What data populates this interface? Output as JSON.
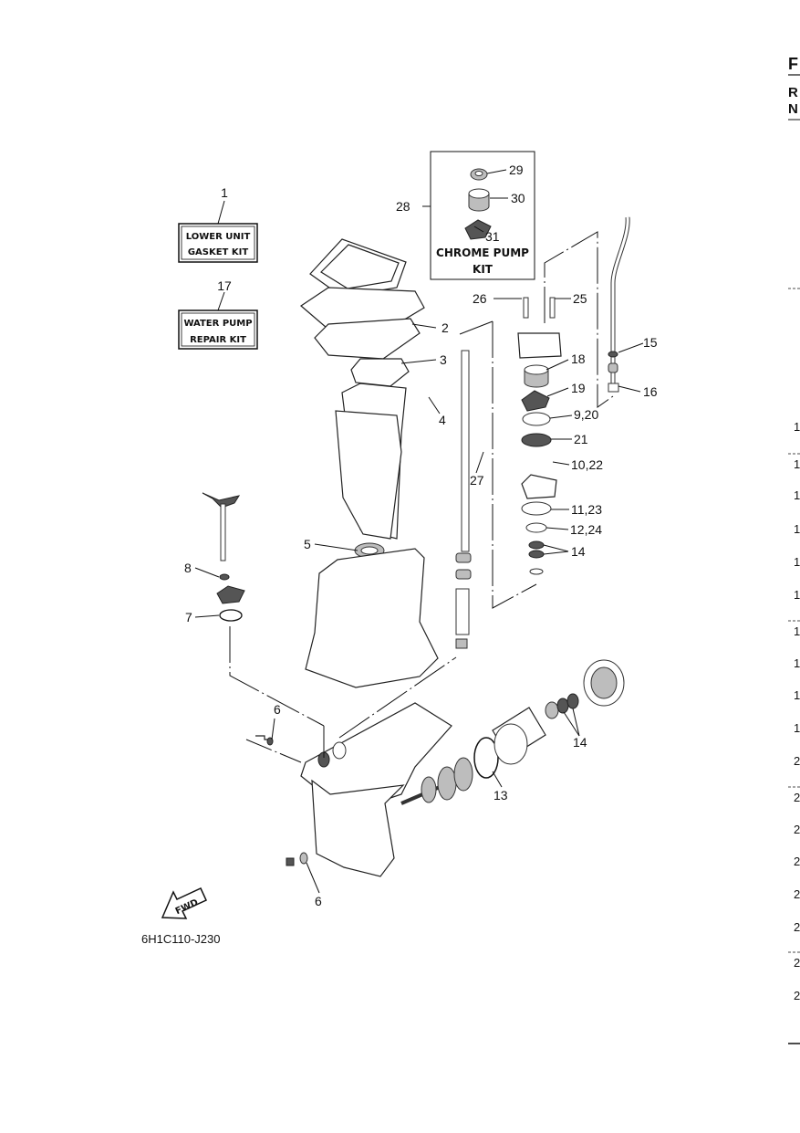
{
  "kits": {
    "gasket_title": "LOWER UNIT",
    "gasket_sub": "GASKET KIT",
    "water_title": "WATER PUMP",
    "water_sub": "REPAIR KIT",
    "chrome_title": "CHROME PUMP",
    "chrome_sub": "KIT"
  },
  "callouts": [
    "1",
    "17",
    "2",
    "3",
    "4",
    "5",
    "6",
    "6",
    "7",
    "8",
    "13",
    "14",
    "14",
    "15",
    "16",
    "18",
    "19",
    "9,20",
    "21",
    "10,22",
    "11,23",
    "12,24",
    "25",
    "26",
    "27",
    "28",
    "29",
    "30",
    "31"
  ],
  "drawing_code": "6H1C110-J230",
  "fwd_label": "FWD",
  "edge_text": {
    "top": [
      "F",
      "R",
      "N"
    ],
    "side": [
      "1",
      "1",
      "1",
      "1",
      "1",
      "1",
      "1",
      "1",
      "1",
      "1",
      "2",
      "2",
      "2",
      "2",
      "2",
      "2",
      "2",
      "2"
    ]
  }
}
